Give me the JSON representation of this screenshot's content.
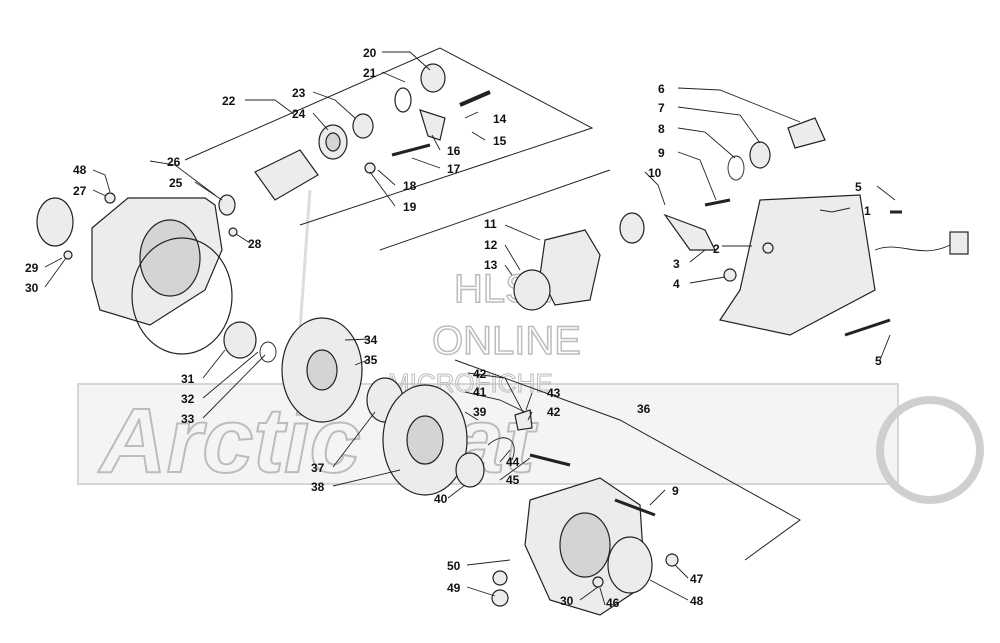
{
  "watermark": {
    "brand": "HLSM",
    "line2": "ONLINE",
    "line3": "MICROFICHE",
    "logo": "Arctic Cat"
  },
  "callouts": [
    "1",
    "2",
    "3",
    "4",
    "5",
    "5",
    "6",
    "7",
    "8",
    "9",
    "9",
    "10",
    "11",
    "12",
    "13",
    "14",
    "15",
    "16",
    "17",
    "18",
    "19",
    "20",
    "21",
    "22",
    "23",
    "24",
    "25",
    "26",
    "27",
    "28",
    "29",
    "30",
    "30",
    "31",
    "32",
    "33",
    "34",
    "35",
    "36",
    "37",
    "38",
    "39",
    "40",
    "41",
    "42",
    "42",
    "43",
    "44",
    "45",
    "46",
    "47",
    "48",
    "48",
    "49",
    "50"
  ]
}
